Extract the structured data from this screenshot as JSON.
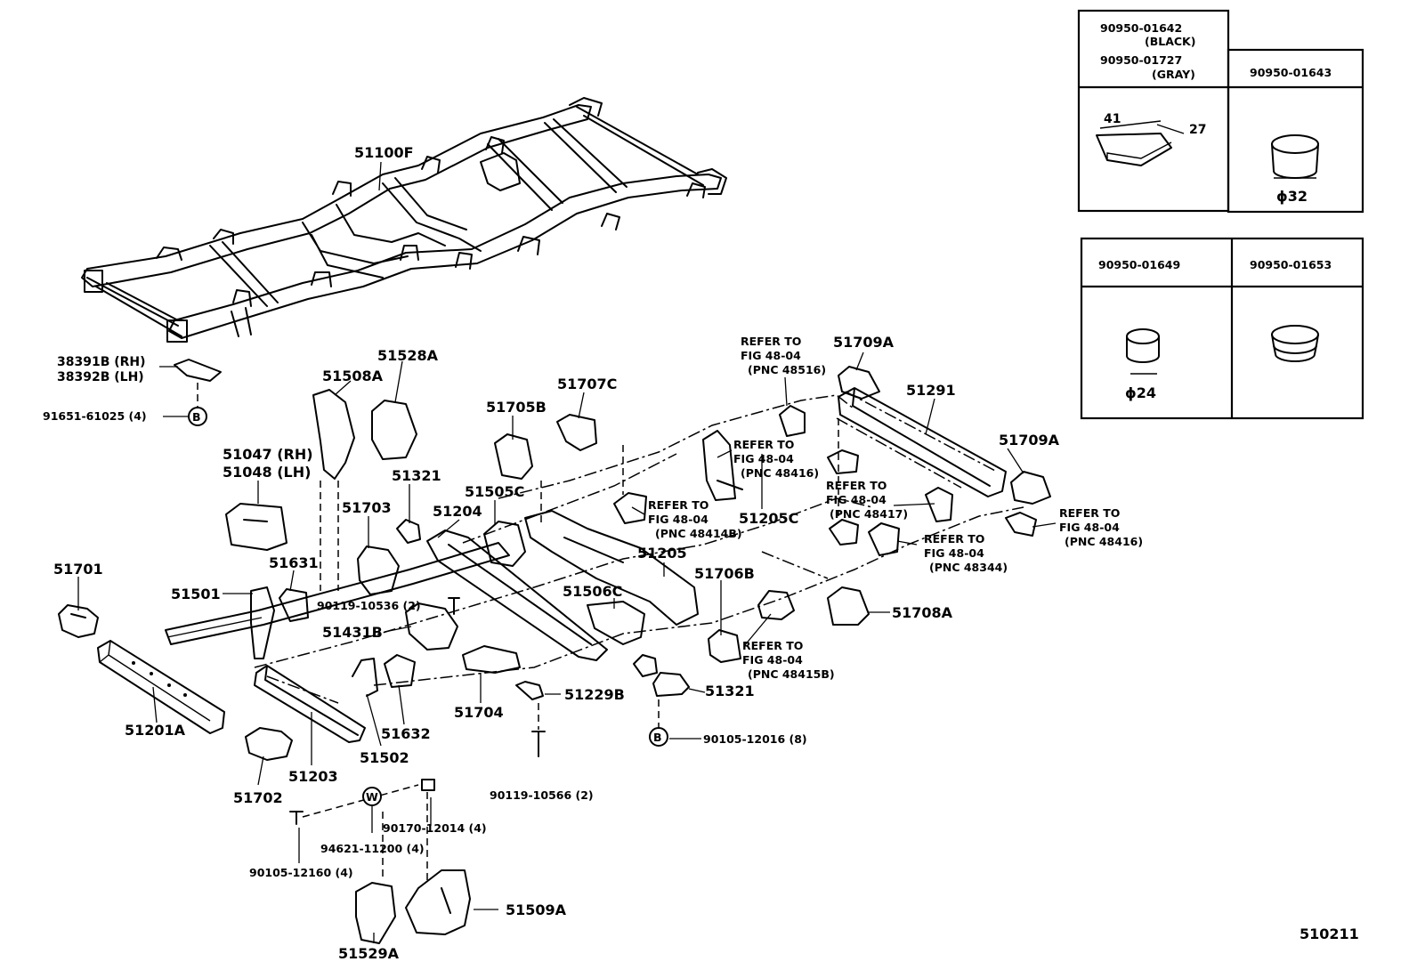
{
  "diagram_id": "510211",
  "labels": {
    "frame_assembly": "51100F",
    "rh_bracket": "38391B (RH)",
    "lh_bracket": "38392B (LH)",
    "bolt_b_qty": "91651-61025 (4)",
    "marker_b": "B",
    "marker_w": "W",
    "p51508A": "51508A",
    "p51528A": "51528A",
    "p51047": "51047 (RH)",
    "p51048": "51048 (LH)",
    "p51321_a": "51321",
    "p51703": "51703",
    "p51204": "51204",
    "p51505C": "51505C",
    "p51705B": "51705B",
    "p51707C": "51707C",
    "p51701": "51701",
    "p51501": "51501",
    "p51631": "51631",
    "p90119_10536": "90119-10536 (2)",
    "p51431B": "51431B",
    "p51201A": "51201A",
    "p51702": "51702",
    "p51203": "51203",
    "p51502": "51502",
    "p51632": "51632",
    "p51704": "51704",
    "p51229B": "51229B",
    "p51321_b": "51321",
    "p90105_12016": "90105-12016 (8)",
    "p90119_10566": "90119-10566 (2)",
    "p90170_12014": "90170-12014 (4)",
    "p94621_11200": "94621-11200 (4)",
    "p90105_12160": "90105-12160 (4)",
    "p51509A": "51509A",
    "p51529A": "51529A",
    "p51205": "51205",
    "p51506C": "51506C",
    "p51706B": "51706B",
    "p51205C": "51205C",
    "p51709A_top": "51709A",
    "p51709A_right": "51709A",
    "p51291": "51291",
    "p51708A": "51708A",
    "refer_to": "REFER TO",
    "fig_48_04": "FIG 48-04",
    "pnc_48516": "(PNC 48516)",
    "pnc_48416_a": "(PNC 48416)",
    "pnc_48414B": "(PNC 48414B)",
    "pnc_48417": "(PNC 48417)",
    "pnc_48344": "(PNC 48344)",
    "pnc_48416_b": "(PNC 48416)",
    "pnc_48415B": "(PNC 48415B)"
  },
  "plug_table": {
    "cell1_part1": "90950-01642",
    "cell1_color1": "(BLACK)",
    "cell1_part2": "90950-01727",
    "cell1_color2": "(GRAY)",
    "cell1_dim_a": "41",
    "cell1_dim_b": "27",
    "cell2_part": "90950-01643",
    "cell2_dim": "ϕ32",
    "cell3_part": "90950-01649",
    "cell3_dim": "ϕ24",
    "cell4_part": "90950-01653"
  }
}
